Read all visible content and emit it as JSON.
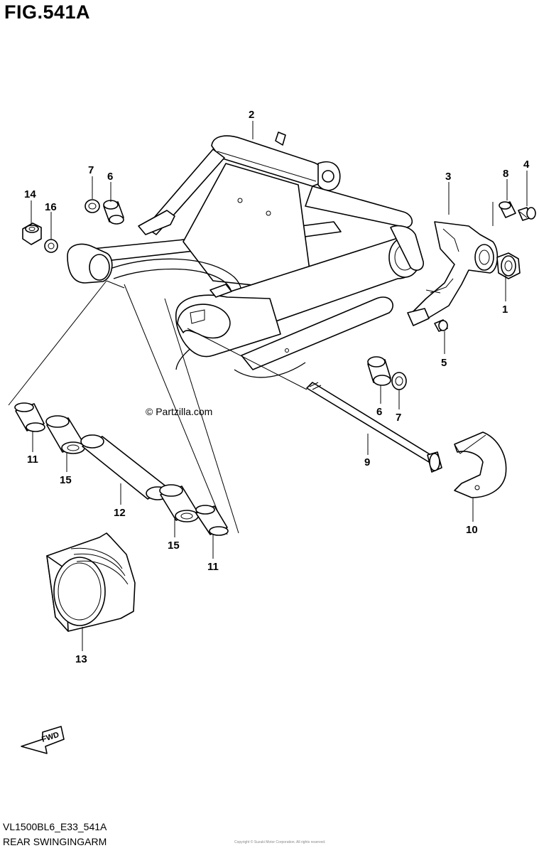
{
  "figure": {
    "title": "FIG.541A",
    "code": "VL1500BL6_E33_541A",
    "name": "REAR SWINGINGARM",
    "watermark": "© Partzilla.com",
    "fwd_label": "FWD",
    "fine_print": "Copyright © Suzuki Motor Corporation. All rights reserved."
  },
  "callouts": {
    "c1": "1",
    "c2": "2",
    "c3": "3",
    "c4": "4",
    "c5": "5",
    "c6a": "6",
    "c6b": "6",
    "c7a": "7",
    "c7b": "7",
    "c8": "8",
    "c9": "9",
    "c10": "10",
    "c11a": "11",
    "c11b": "11",
    "c12": "12",
    "c13": "13",
    "c14": "14",
    "c15a": "15",
    "c15b": "15",
    "c16": "16"
  }
}
